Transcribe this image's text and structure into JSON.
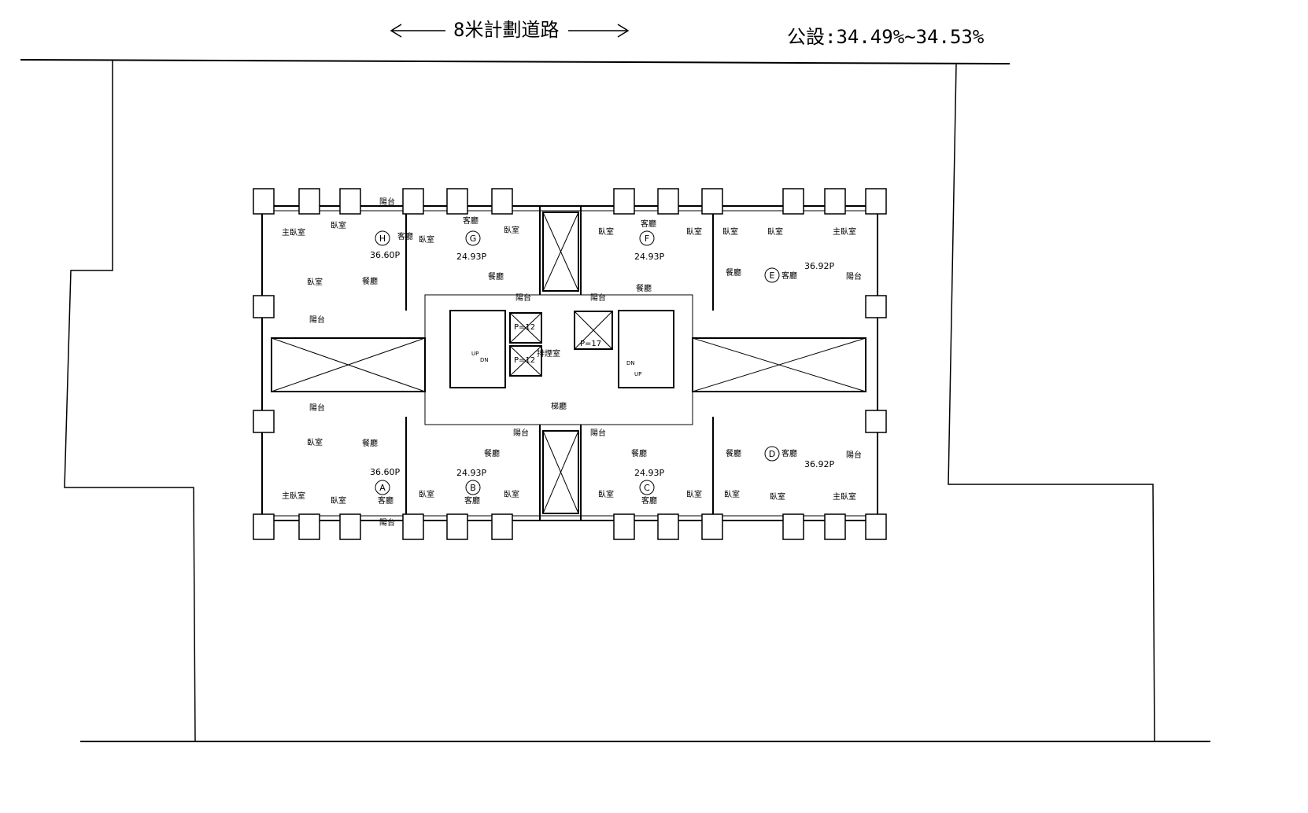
{
  "header": {
    "road_label": "8米計劃道路",
    "public_ratio": "公設:34.49%~34.53%"
  },
  "units": [
    {
      "id": "H",
      "area": "36.60P"
    },
    {
      "id": "G",
      "area": "24.93P"
    },
    {
      "id": "F",
      "area": "24.93P"
    },
    {
      "id": "E",
      "area": "36.92P"
    },
    {
      "id": "A",
      "area": "36.60P"
    },
    {
      "id": "B",
      "area": "24.93P"
    },
    {
      "id": "C",
      "area": "24.93P"
    },
    {
      "id": "D",
      "area": "36.92P"
    }
  ],
  "rooms": {
    "master_bedroom": "主臥室",
    "bedroom": "臥室",
    "living_room": "客廳",
    "dining_room": "餐廳",
    "balcony": "陽台",
    "smoke_room": "排煙室",
    "lobby": "梯廳",
    "elevator_small": "P=12",
    "elevator_large": "P=17",
    "up": "UP",
    "dn": "DN"
  }
}
